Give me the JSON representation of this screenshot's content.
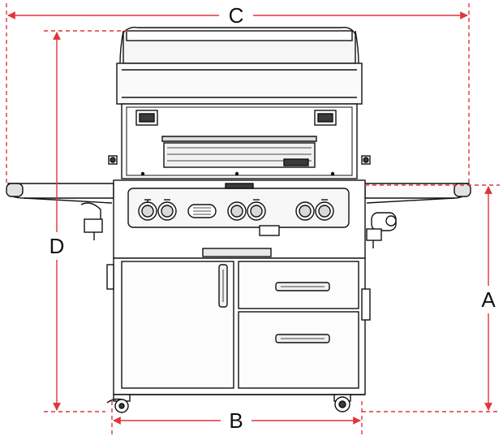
{
  "dimensions": {
    "a": {
      "label": "A"
    },
    "b": {
      "label": "B"
    },
    "c": {
      "label": "C"
    },
    "d": {
      "label": "D"
    }
  },
  "colors": {
    "dimension_line": "#e0353a",
    "outline": "#111111",
    "background": "#ffffff",
    "panel_fill": "#ececec",
    "dark_fill": "#3a3a3a"
  },
  "icons": {
    "knob": "knob-icon",
    "handle": "door-handle-icon",
    "caster": "caster-wheel-icon"
  }
}
